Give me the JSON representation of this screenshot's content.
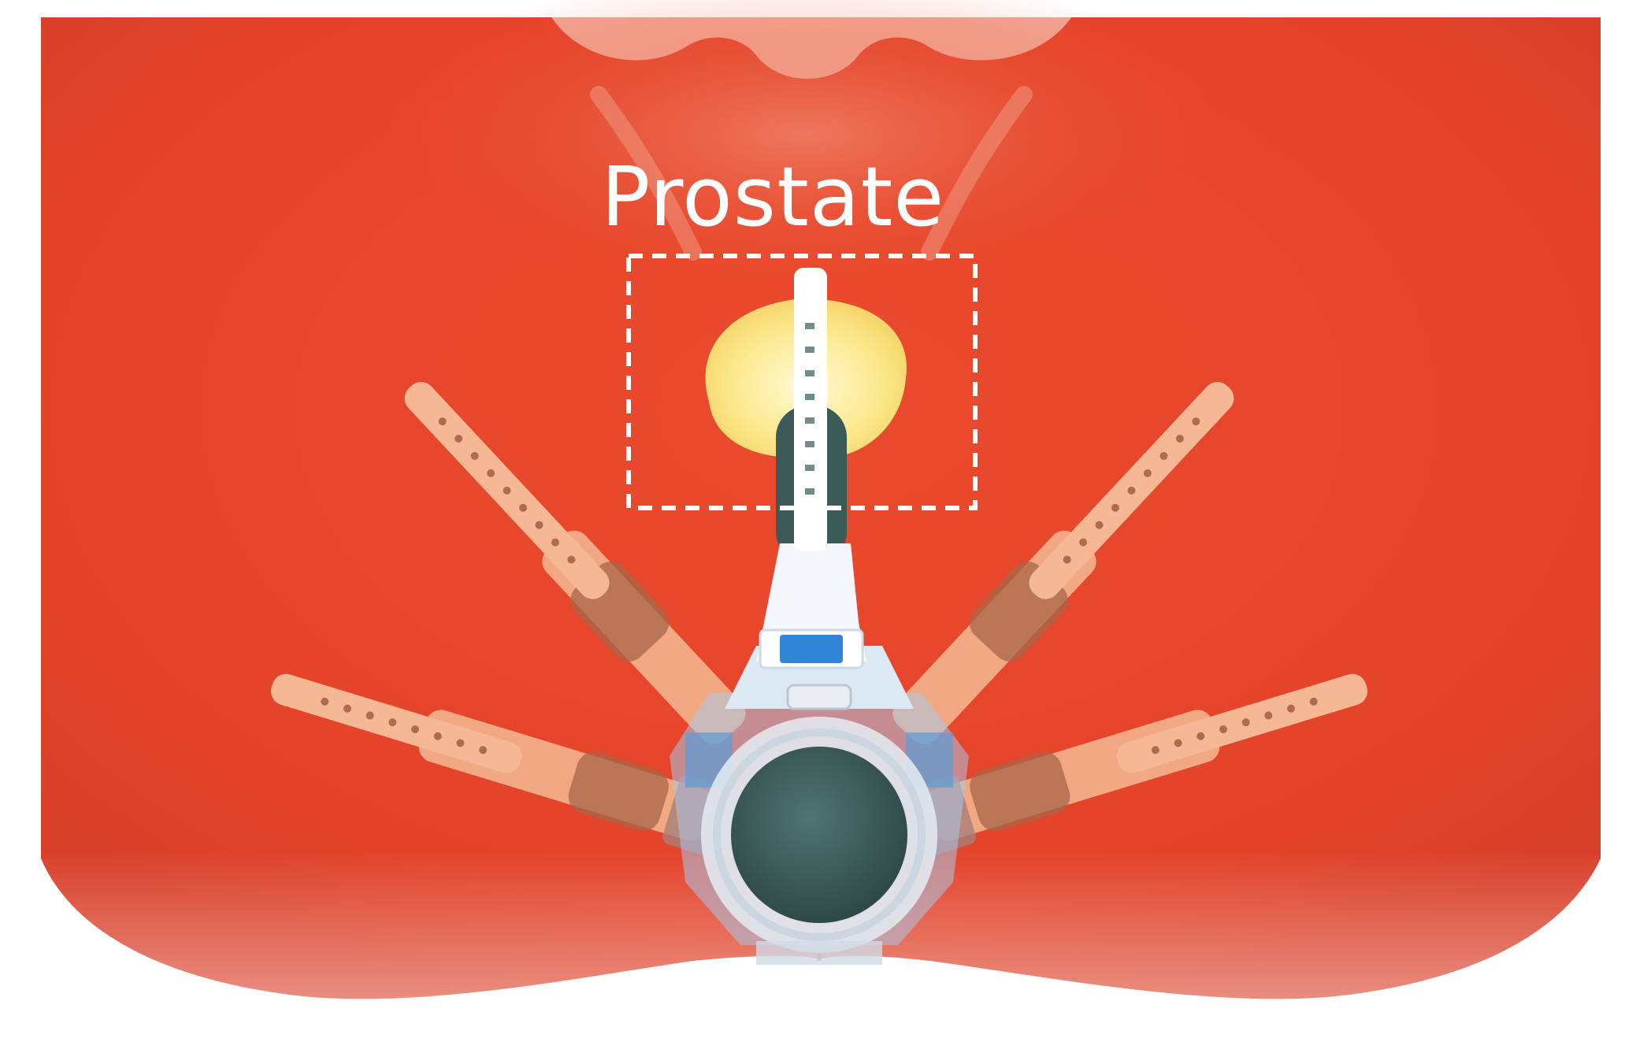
{
  "figure": {
    "label": "Prostate"
  },
  "colors": {
    "tissue": "#e8462a",
    "tissue_dark": "#d63a1f",
    "background": "#ffffff",
    "prostate_gland": "#fbe78a",
    "instrument_arm": "#f2a883",
    "instrument_arm_dark": "#a8664a",
    "center_instrument": "#ffffff",
    "endoscope": "#3c5a58",
    "accent_blue": "#2f86d6",
    "dashed_box": "#ffffff"
  },
  "icons": {
    "center_tool": "laparoscopic-instrument",
    "side_tools": "robotic-arm",
    "camera": "endoscope-lens"
  }
}
